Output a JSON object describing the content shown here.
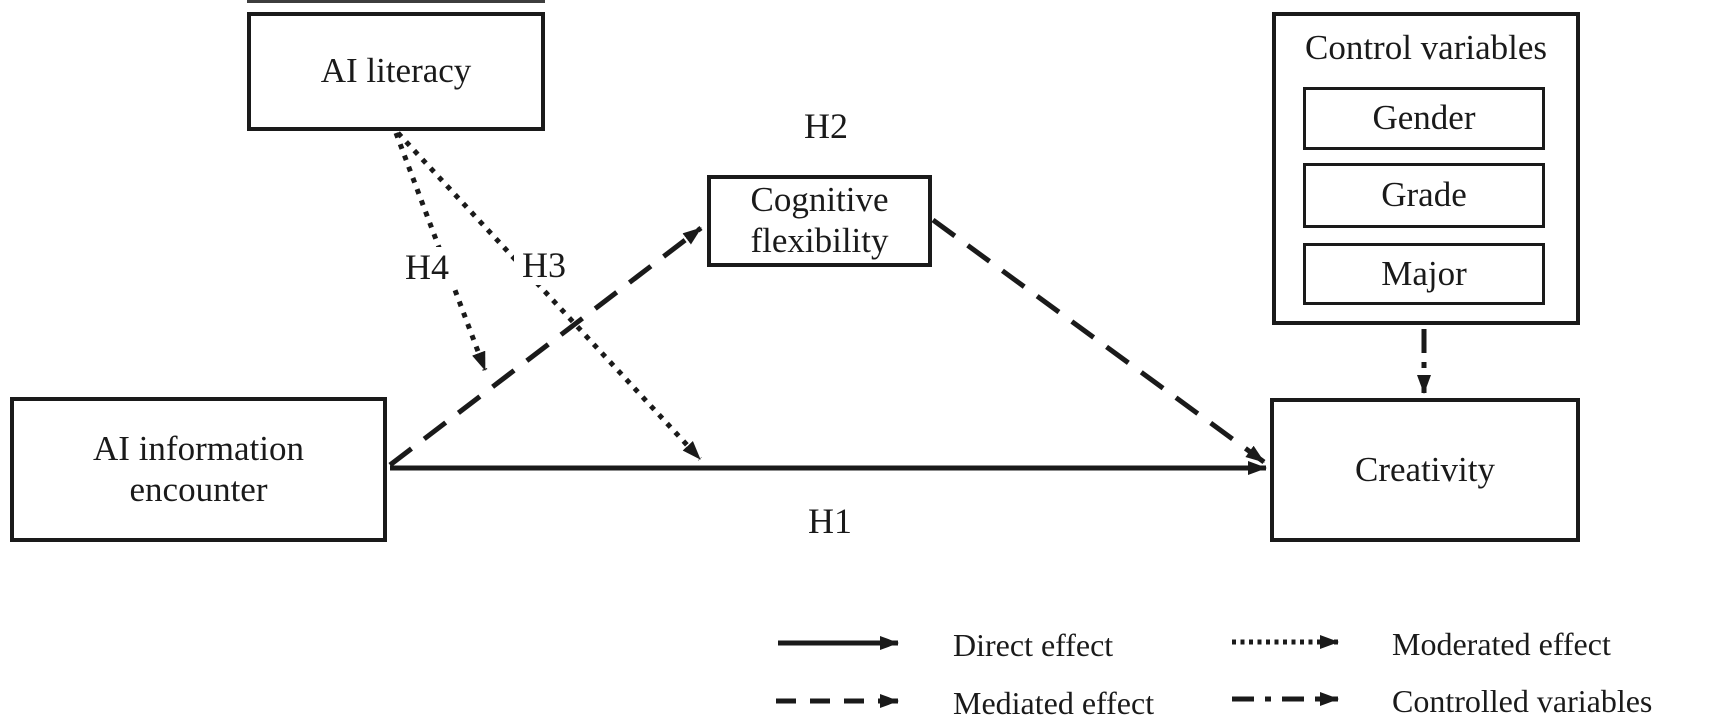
{
  "boxes": {
    "ai_literacy": "AI literacy",
    "ai_information_encounter": "AI information encounter",
    "cognitive_flexibility": "Cognitive flexibility",
    "creativity": "Creativity",
    "control_variables": {
      "title": "Control variables",
      "items": [
        "Gender",
        "Grade",
        "Major"
      ]
    }
  },
  "hypotheses": {
    "h1": "H1",
    "h2": "H2",
    "h3": "H3",
    "h4": "H4"
  },
  "edges": [
    {
      "from": "AI information encounter",
      "to": "Creativity",
      "style": "solid",
      "label": "H1",
      "meaning": "direct effect"
    },
    {
      "from": "AI information encounter",
      "to": "Cognitive flexibility",
      "style": "dashed",
      "meaning": "mediated effect"
    },
    {
      "from": "Cognitive flexibility",
      "to": "Creativity",
      "style": "dashed",
      "label": "H2",
      "meaning": "mediated effect"
    },
    {
      "from": "AI literacy",
      "to": "path AI information encounter - Cognitive flexibility",
      "style": "dotted",
      "label": "H4",
      "meaning": "moderated effect"
    },
    {
      "from": "AI literacy",
      "to": "path AI information encounter - Creativity",
      "style": "dotted",
      "label": "H3",
      "meaning": "moderated effect"
    },
    {
      "from": "Control variables",
      "to": "Creativity",
      "style": "dashdot",
      "meaning": "controlled variables"
    }
  ],
  "legend": [
    {
      "style": "solid",
      "label": "Direct effect"
    },
    {
      "style": "dashed",
      "label": "Mediated effect"
    },
    {
      "style": "dotted",
      "label": "Moderated effect"
    },
    {
      "style": "dashdot",
      "label": "Controlled variables"
    }
  ],
  "colors": {
    "ink": "#1a1a1a",
    "background": "#ffffff"
  }
}
